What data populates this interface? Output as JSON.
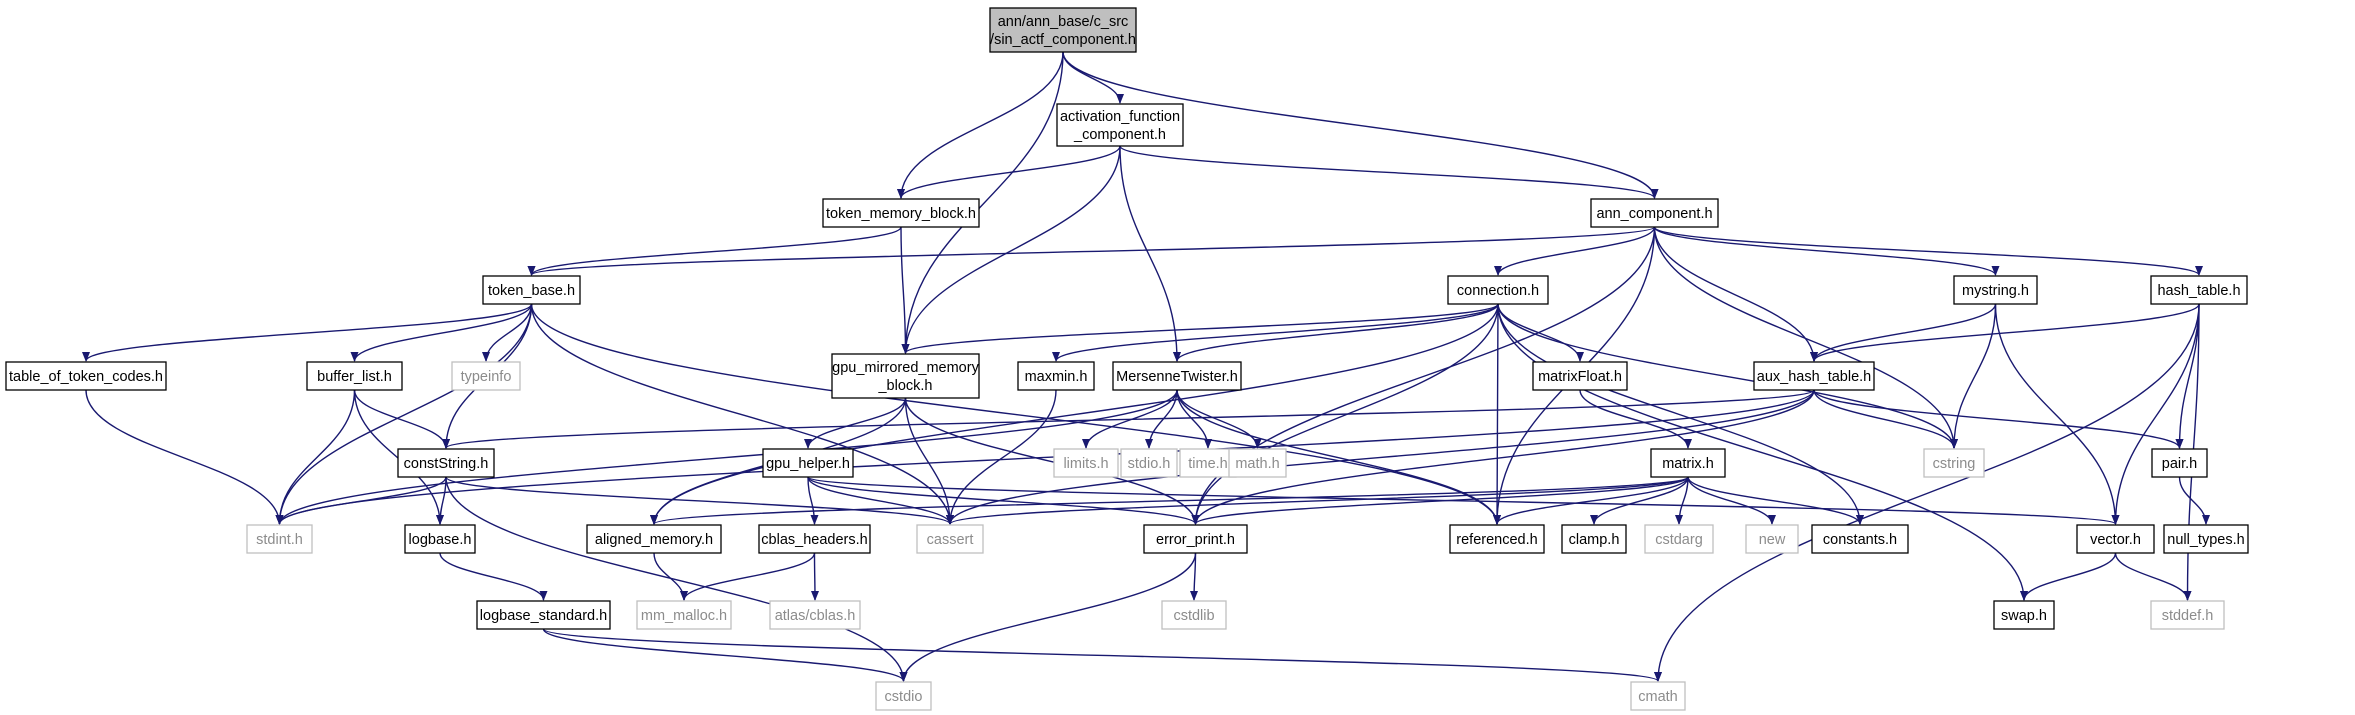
{
  "graph": {
    "edge_color": "#191970",
    "root_fill": "#bfbfbf",
    "system_border": "#bfbfbf",
    "system_text": "#8c8c8c",
    "nodes": [
      {
        "id": "root",
        "lines": [
          "ann/ann_base/c_src",
          "/sin_actf_component.h"
        ],
        "kind": "root"
      },
      {
        "id": "afc",
        "lines": [
          "activation_function",
          "_component.h"
        ],
        "kind": "std"
      },
      {
        "id": "tmb",
        "lines": [
          "token_memory_block.h"
        ],
        "kind": "std"
      },
      {
        "id": "annc",
        "lines": [
          "ann_component.h"
        ],
        "kind": "std"
      },
      {
        "id": "tb",
        "lines": [
          "token_base.h"
        ],
        "kind": "std"
      },
      {
        "id": "conn",
        "lines": [
          "connection.h"
        ],
        "kind": "std"
      },
      {
        "id": "mystr",
        "lines": [
          "mystring.h"
        ],
        "kind": "std"
      },
      {
        "id": "hasht",
        "lines": [
          "hash_table.h"
        ],
        "kind": "std"
      },
      {
        "id": "ttc",
        "lines": [
          "table_of_token_codes.h"
        ],
        "kind": "std"
      },
      {
        "id": "bl",
        "lines": [
          "buffer_list.h"
        ],
        "kind": "std"
      },
      {
        "id": "typeinfo",
        "lines": [
          "typeinfo"
        ],
        "kind": "sys"
      },
      {
        "id": "gmmb",
        "lines": [
          "gpu_mirrored_memory",
          "_block.h"
        ],
        "kind": "std"
      },
      {
        "id": "maxmin",
        "lines": [
          "maxmin.h"
        ],
        "kind": "std"
      },
      {
        "id": "mt",
        "lines": [
          "MersenneTwister.h"
        ],
        "kind": "std"
      },
      {
        "id": "mf",
        "lines": [
          "matrixFloat.h"
        ],
        "kind": "std"
      },
      {
        "id": "aht",
        "lines": [
          "aux_hash_table.h"
        ],
        "kind": "std"
      },
      {
        "id": "cs",
        "lines": [
          "constString.h"
        ],
        "kind": "std"
      },
      {
        "id": "gh",
        "lines": [
          "gpu_helper.h"
        ],
        "kind": "std"
      },
      {
        "id": "limits",
        "lines": [
          "limits.h"
        ],
        "kind": "sys"
      },
      {
        "id": "stdio_h",
        "lines": [
          "stdio.h"
        ],
        "kind": "sys"
      },
      {
        "id": "time_h",
        "lines": [
          "time.h"
        ],
        "kind": "sys"
      },
      {
        "id": "math_h",
        "lines": [
          "math.h"
        ],
        "kind": "sys"
      },
      {
        "id": "matrix",
        "lines": [
          "matrix.h"
        ],
        "kind": "std"
      },
      {
        "id": "cstring",
        "lines": [
          "cstring"
        ],
        "kind": "sys"
      },
      {
        "id": "pair",
        "lines": [
          "pair.h"
        ],
        "kind": "std"
      },
      {
        "id": "stdint",
        "lines": [
          "stdint.h"
        ],
        "kind": "sys"
      },
      {
        "id": "logbase",
        "lines": [
          "logbase.h"
        ],
        "kind": "std"
      },
      {
        "id": "am",
        "lines": [
          "aligned_memory.h"
        ],
        "kind": "std"
      },
      {
        "id": "cassert",
        "lines": [
          "cassert"
        ],
        "kind": "sys"
      },
      {
        "id": "cblas",
        "lines": [
          "cblas_headers.h"
        ],
        "kind": "std"
      },
      {
        "id": "ep",
        "lines": [
          "error_print.h"
        ],
        "kind": "std"
      },
      {
        "id": "ref",
        "lines": [
          "referenced.h"
        ],
        "kind": "std"
      },
      {
        "id": "clamp",
        "lines": [
          "clamp.h"
        ],
        "kind": "std"
      },
      {
        "id": "cstdarg",
        "lines": [
          "cstdarg"
        ],
        "kind": "sys"
      },
      {
        "id": "new",
        "lines": [
          "new"
        ],
        "kind": "sys"
      },
      {
        "id": "consts",
        "lines": [
          "constants.h"
        ],
        "kind": "std"
      },
      {
        "id": "vector",
        "lines": [
          "vector.h"
        ],
        "kind": "std"
      },
      {
        "id": "nulltypes",
        "lines": [
          "null_types.h"
        ],
        "kind": "std"
      },
      {
        "id": "logbs",
        "lines": [
          "logbase_standard.h"
        ],
        "kind": "std"
      },
      {
        "id": "mmmalloc",
        "lines": [
          "mm_malloc.h"
        ],
        "kind": "sys"
      },
      {
        "id": "atlas",
        "lines": [
          "atlas/cblas.h"
        ],
        "kind": "sys"
      },
      {
        "id": "cstdlib",
        "lines": [
          "cstdlib"
        ],
        "kind": "sys"
      },
      {
        "id": "swap",
        "lines": [
          "swap.h"
        ],
        "kind": "std"
      },
      {
        "id": "stddef",
        "lines": [
          "stddef.h"
        ],
        "kind": "sys"
      },
      {
        "id": "cstdio",
        "lines": [
          "cstdio"
        ],
        "kind": "sys"
      },
      {
        "id": "cmath",
        "lines": [
          "cmath"
        ],
        "kind": "sys"
      }
    ],
    "edges": [
      [
        "root",
        "afc"
      ],
      [
        "root",
        "tmb"
      ],
      [
        "root",
        "gmmb"
      ],
      [
        "root",
        "annc"
      ],
      [
        "afc",
        "tmb"
      ],
      [
        "afc",
        "gmmb"
      ],
      [
        "afc",
        "mt"
      ],
      [
        "afc",
        "annc"
      ],
      [
        "tmb",
        "tb"
      ],
      [
        "tmb",
        "gmmb"
      ],
      [
        "annc",
        "tb"
      ],
      [
        "annc",
        "conn"
      ],
      [
        "annc",
        "mystr"
      ],
      [
        "annc",
        "hasht"
      ],
      [
        "annc",
        "aht"
      ],
      [
        "annc",
        "ep"
      ],
      [
        "annc",
        "ref"
      ],
      [
        "annc",
        "cstring"
      ],
      [
        "tb",
        "ttc"
      ],
      [
        "tb",
        "bl"
      ],
      [
        "tb",
        "typeinfo"
      ],
      [
        "tb",
        "cs"
      ],
      [
        "tb",
        "stdint"
      ],
      [
        "tb",
        "cassert"
      ],
      [
        "tb",
        "ref"
      ],
      [
        "conn",
        "gmmb"
      ],
      [
        "conn",
        "maxmin"
      ],
      [
        "conn",
        "mt"
      ],
      [
        "conn",
        "mf"
      ],
      [
        "conn",
        "am"
      ],
      [
        "conn",
        "ep"
      ],
      [
        "conn",
        "ref"
      ],
      [
        "conn",
        "consts"
      ],
      [
        "conn",
        "swap"
      ],
      [
        "conn",
        "cstring"
      ],
      [
        "mystr",
        "aht"
      ],
      [
        "mystr",
        "cstring"
      ],
      [
        "mystr",
        "vector"
      ],
      [
        "hasht",
        "aht"
      ],
      [
        "hasht",
        "pair"
      ],
      [
        "hasht",
        "vector"
      ],
      [
        "hasht",
        "stddef"
      ],
      [
        "hasht",
        "cmath"
      ],
      [
        "ttc",
        "stdint"
      ],
      [
        "bl",
        "cs"
      ],
      [
        "bl",
        "stdint"
      ],
      [
        "bl",
        "logbase"
      ],
      [
        "gmmb",
        "gh"
      ],
      [
        "gmmb",
        "am"
      ],
      [
        "gmmb",
        "cassert"
      ],
      [
        "gmmb",
        "ep"
      ],
      [
        "maxmin",
        "cassert"
      ],
      [
        "mt",
        "limits"
      ],
      [
        "mt",
        "stdio_h"
      ],
      [
        "mt",
        "time_h"
      ],
      [
        "mt",
        "math_h"
      ],
      [
        "mt",
        "ref"
      ],
      [
        "mt",
        "stdint"
      ],
      [
        "mf",
        "matrix"
      ],
      [
        "aht",
        "cs"
      ],
      [
        "aht",
        "cstring"
      ],
      [
        "aht",
        "pair"
      ],
      [
        "aht",
        "cassert"
      ],
      [
        "aht",
        "ep"
      ],
      [
        "aht",
        "stdint"
      ],
      [
        "cs",
        "stdint"
      ],
      [
        "cs",
        "logbase"
      ],
      [
        "cs",
        "cassert"
      ],
      [
        "cs",
        "cstdio"
      ],
      [
        "gh",
        "cblas"
      ],
      [
        "gh",
        "cassert"
      ],
      [
        "gh",
        "ep"
      ],
      [
        "gh",
        "vector"
      ],
      [
        "matrix",
        "am"
      ],
      [
        "matrix",
        "cassert"
      ],
      [
        "matrix",
        "ep"
      ],
      [
        "matrix",
        "ref"
      ],
      [
        "matrix",
        "clamp"
      ],
      [
        "matrix",
        "cstdarg"
      ],
      [
        "matrix",
        "new"
      ],
      [
        "matrix",
        "consts"
      ],
      [
        "pair",
        "nulltypes"
      ],
      [
        "logbase",
        "logbs"
      ],
      [
        "logbs",
        "cstdio"
      ],
      [
        "logbs",
        "cmath"
      ],
      [
        "am",
        "mmmalloc"
      ],
      [
        "cblas",
        "mmmalloc"
      ],
      [
        "cblas",
        "atlas"
      ],
      [
        "ep",
        "cstdlib"
      ],
      [
        "ep",
        "cstdio"
      ],
      [
        "vector",
        "swap"
      ],
      [
        "vector",
        "stddef"
      ]
    ]
  }
}
